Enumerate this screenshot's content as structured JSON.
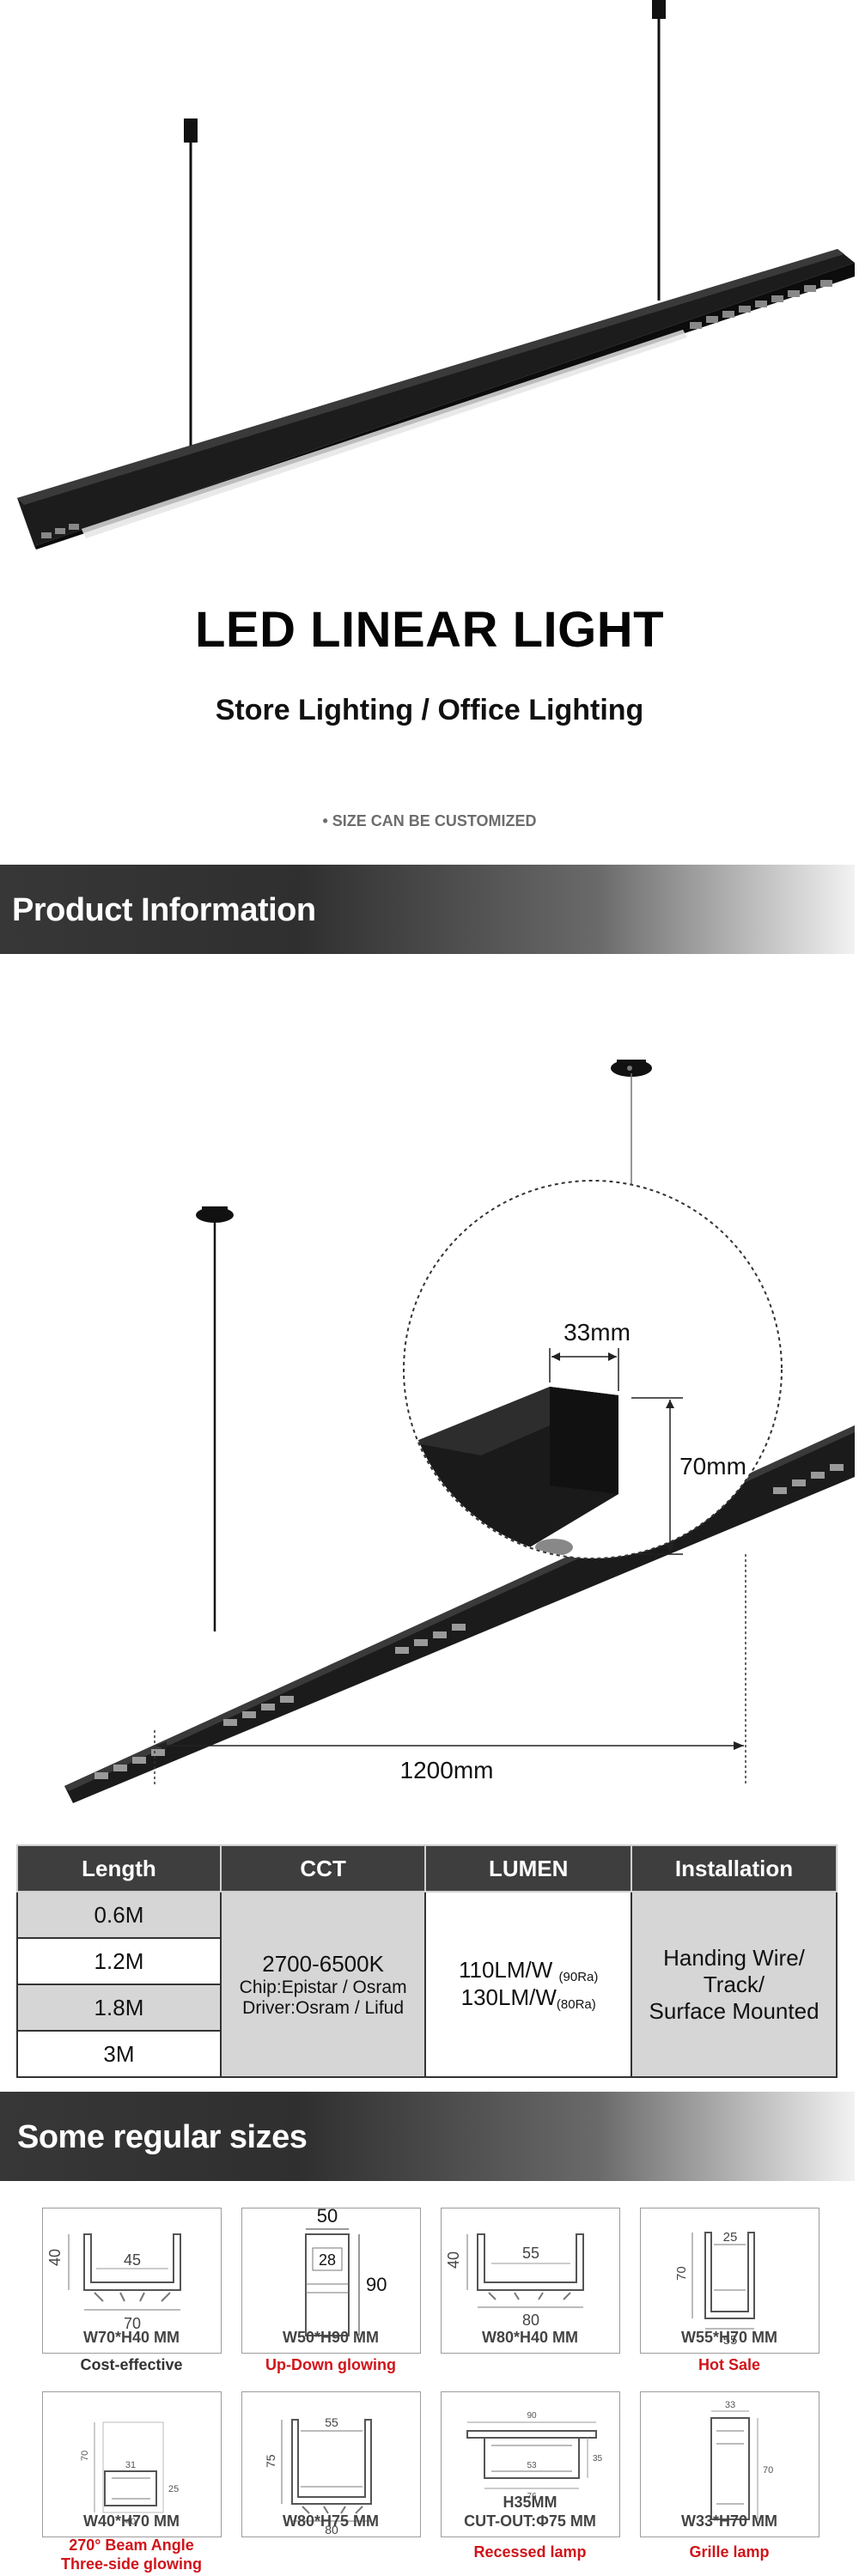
{
  "hero": {
    "title": "LED LINEAR LIGHT",
    "subtitle": "Store Lighting / Office Lighting",
    "note": "• SIZE CAN BE CUSTOMIZED"
  },
  "product_section": {
    "title": "Product Information",
    "width_label": "33mm",
    "height_label": "70mm",
    "length_label": "1200mm"
  },
  "spec_table": {
    "headers": [
      "Length",
      "CCT",
      "LUMEN",
      "Installation"
    ],
    "lengths": [
      "0.6M",
      "1.2M",
      "1.8M",
      "3M"
    ],
    "cct": "2700-6500K",
    "chip": "Chip:Epistar / Osram",
    "driver": "Driver:Osram / Lifud",
    "lumen_1": "110LM/W",
    "lumen_1_sub": "(90Ra)",
    "lumen_2": "130LM/W",
    "lumen_2_sub": "(80Ra)",
    "install_1": "Handing Wire/",
    "install_2": "Track/",
    "install_3": "Surface Mounted"
  },
  "sizes_section": {
    "title": "Some regular sizes",
    "items": [
      {
        "name": "W70*H40 MM",
        "tag": "Cost-effective",
        "d1": "40",
        "d2": "45",
        "d3": "70"
      },
      {
        "name": "W50*H90 MM",
        "tag": "Up-Down glowing",
        "d1": "50",
        "d2": "28",
        "d3": "90"
      },
      {
        "name": "W80*H40 MM",
        "tag": "",
        "d1": "40",
        "d2": "55",
        "d3": "80"
      },
      {
        "name": "W55*H70 MM",
        "tag": "Hot Sale",
        "d1": "70",
        "d2": "25",
        "d3": "55"
      },
      {
        "name": "W40*H70 MM",
        "tag": "270° Beam Angle",
        "tag2": "Three-side glowing",
        "d1": "70",
        "d2": "31",
        "d3": "40",
        "d4": "25"
      },
      {
        "name": "W80*H75 MM",
        "tag": "",
        "d1": "75",
        "d2": "55",
        "d3": "80"
      },
      {
        "name": "H35MM",
        "name2": "CUT-OUT:Φ75 MM",
        "tag": "Recessed lamp",
        "d1": "90",
        "d2": "53",
        "d3": "35",
        "d4": "76"
      },
      {
        "name": "W33*H70 MM",
        "tag": "Grille lamp",
        "d1": "33",
        "d2": "70"
      }
    ]
  },
  "colors": {
    "banner_dark": "#333333",
    "accent_red": "#d0141a",
    "table_header": "#3e3e3e"
  }
}
